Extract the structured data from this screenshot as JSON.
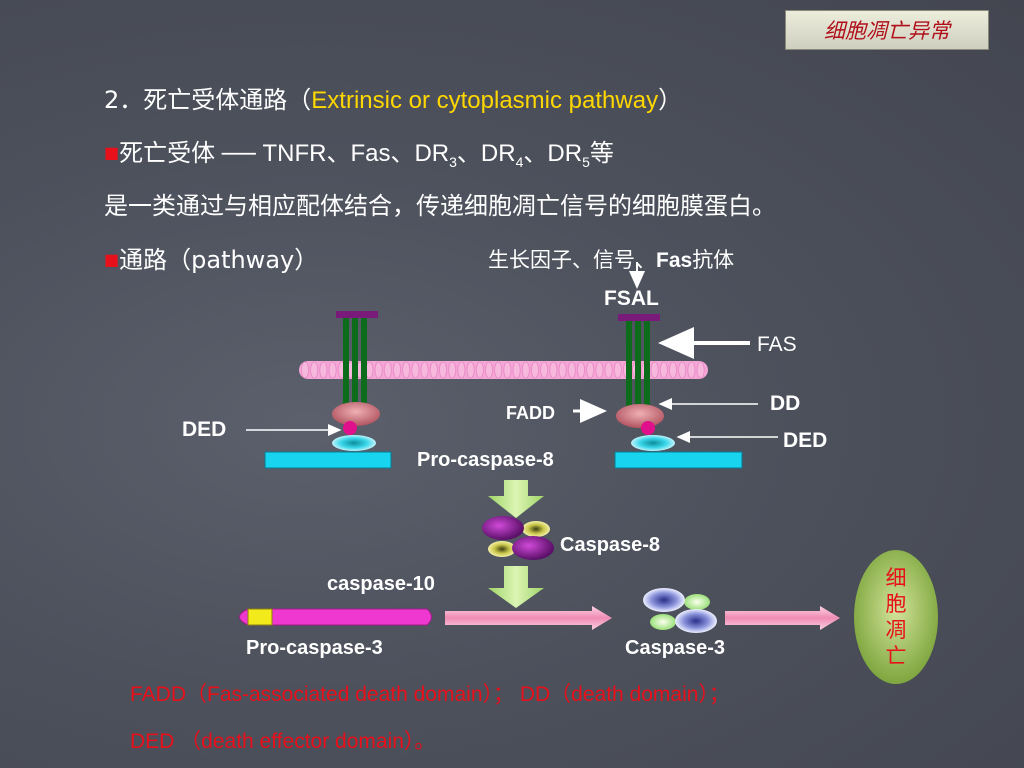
{
  "header": {
    "badge": "细胞凋亡异常"
  },
  "heading": {
    "prefix": "2．死亡受体通路（",
    "english": "Extrinsic or cytoplasmic pathway",
    "suffix": "）"
  },
  "receptors": {
    "bullet": "■",
    "text": "死亡受体 ── TNFR、Fas、DR",
    "sub3": "3",
    "sep1": "、DR",
    "sub4": "4",
    "sep2": "、DR",
    "sub5": "5",
    "tail": "等"
  },
  "definition": "是一类通过与相应配体结合，传递细胞凋亡信号的细胞膜蛋白。",
  "pathway": {
    "bullet": "■",
    "label": "通路（pathway）",
    "ligands_prefix": "生长因子、信号、",
    "ligands_bold": "Fas",
    "ligands_suffix": "抗体"
  },
  "diagram": {
    "fsal": "FSAL",
    "fas": "FAS",
    "dd": "DD",
    "fadd": "FADD",
    "ded_left": "DED",
    "ded_right": "DED",
    "pro_caspase_8": "Pro-caspase-8",
    "caspase_8": "Caspase-8",
    "caspase_10": "caspase-10",
    "pro_caspase_3": "Pro-caspase-3",
    "caspase_3": "Caspase-3",
    "apoptosis": "细胞凋亡"
  },
  "footnotes": {
    "line1": "FADD（Fas-associated death domain）；  DD（death domain）；",
    "line2": "DED （death effector domain）。"
  },
  "colors": {
    "title_red": "#e8101a",
    "heading_yellow": "#ffd700",
    "membrane_pink": "#f4a6d6",
    "receptor_green": "#0d6b1c",
    "ligand_purple": "#7a1a7a",
    "procaspase_cyan": "#19d4ef",
    "arrow_green": "#c5eb90",
    "arrow_pink": "#f5a9c8",
    "apoptosis_green": "#8ab24a"
  }
}
